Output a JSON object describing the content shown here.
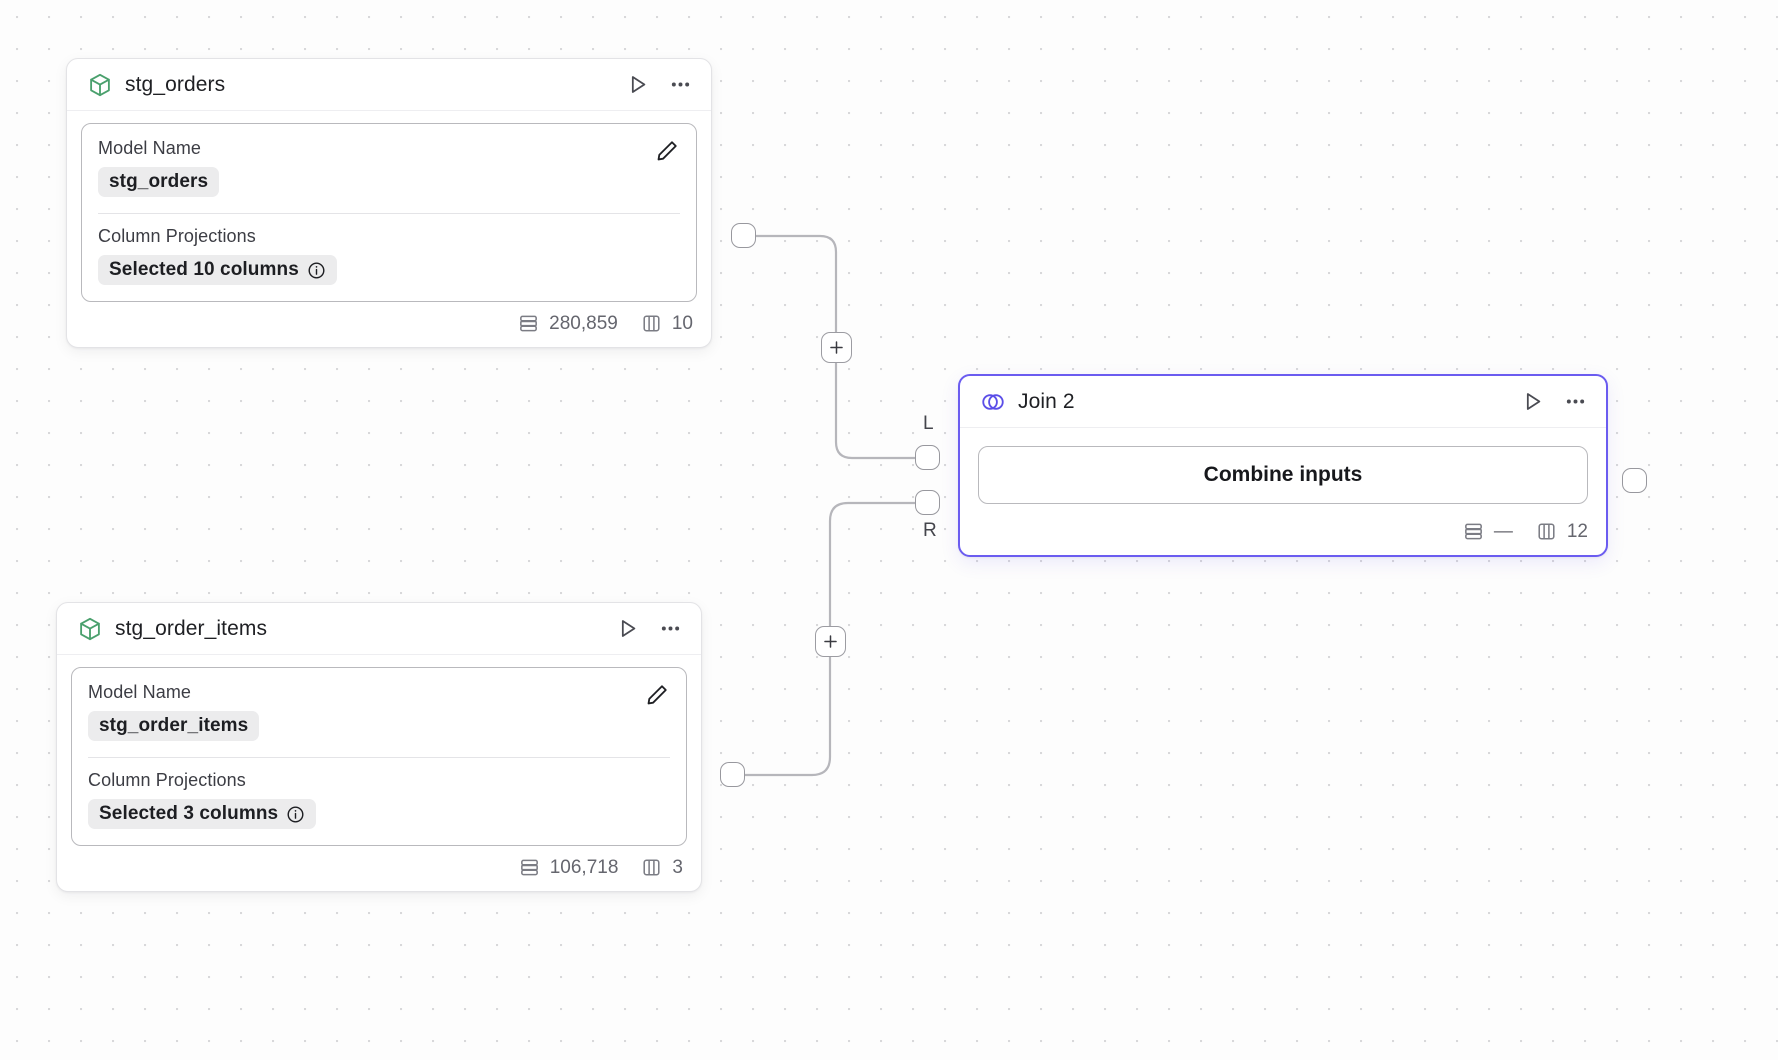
{
  "canvas": {
    "background_color": "#fdfdfd",
    "dot_color": "#d8d8da",
    "accent_color": "#6b5cf0",
    "model_icon_color": "#4aa06d"
  },
  "nodes": [
    {
      "id": "stg_orders",
      "icon": "cube-icon",
      "title": "stg_orders",
      "type": "model",
      "fields": {
        "model_name_label": "Model Name",
        "model_name_value": "stg_orders",
        "column_projections_label": "Column Projections",
        "column_projections_value": "Selected 10 columns"
      },
      "stats": {
        "rows": "280,859",
        "columns": "10"
      },
      "actions": {
        "run": "run-icon",
        "more": "more-icon",
        "edit": "pencil-icon",
        "info": "info-icon"
      }
    },
    {
      "id": "stg_order_items",
      "icon": "cube-icon",
      "title": "stg_order_items",
      "type": "model",
      "fields": {
        "model_name_label": "Model Name",
        "model_name_value": "stg_order_items",
        "column_projections_label": "Column Projections",
        "column_projections_value": "Selected 3 columns"
      },
      "stats": {
        "rows": "106,718",
        "columns": "3"
      },
      "actions": {
        "run": "run-icon",
        "more": "more-icon",
        "edit": "pencil-icon",
        "info": "info-icon"
      }
    },
    {
      "id": "join_2",
      "icon": "venn-icon",
      "title": "Join 2",
      "type": "join",
      "selected": true,
      "button_label": "Combine inputs",
      "stats": {
        "rows": "—",
        "columns": "12"
      },
      "ports": {
        "left_label": "L",
        "right_label": "R"
      },
      "actions": {
        "run": "run-icon",
        "more": "more-icon"
      }
    }
  ],
  "edge_controls": {
    "add_label": "+"
  }
}
